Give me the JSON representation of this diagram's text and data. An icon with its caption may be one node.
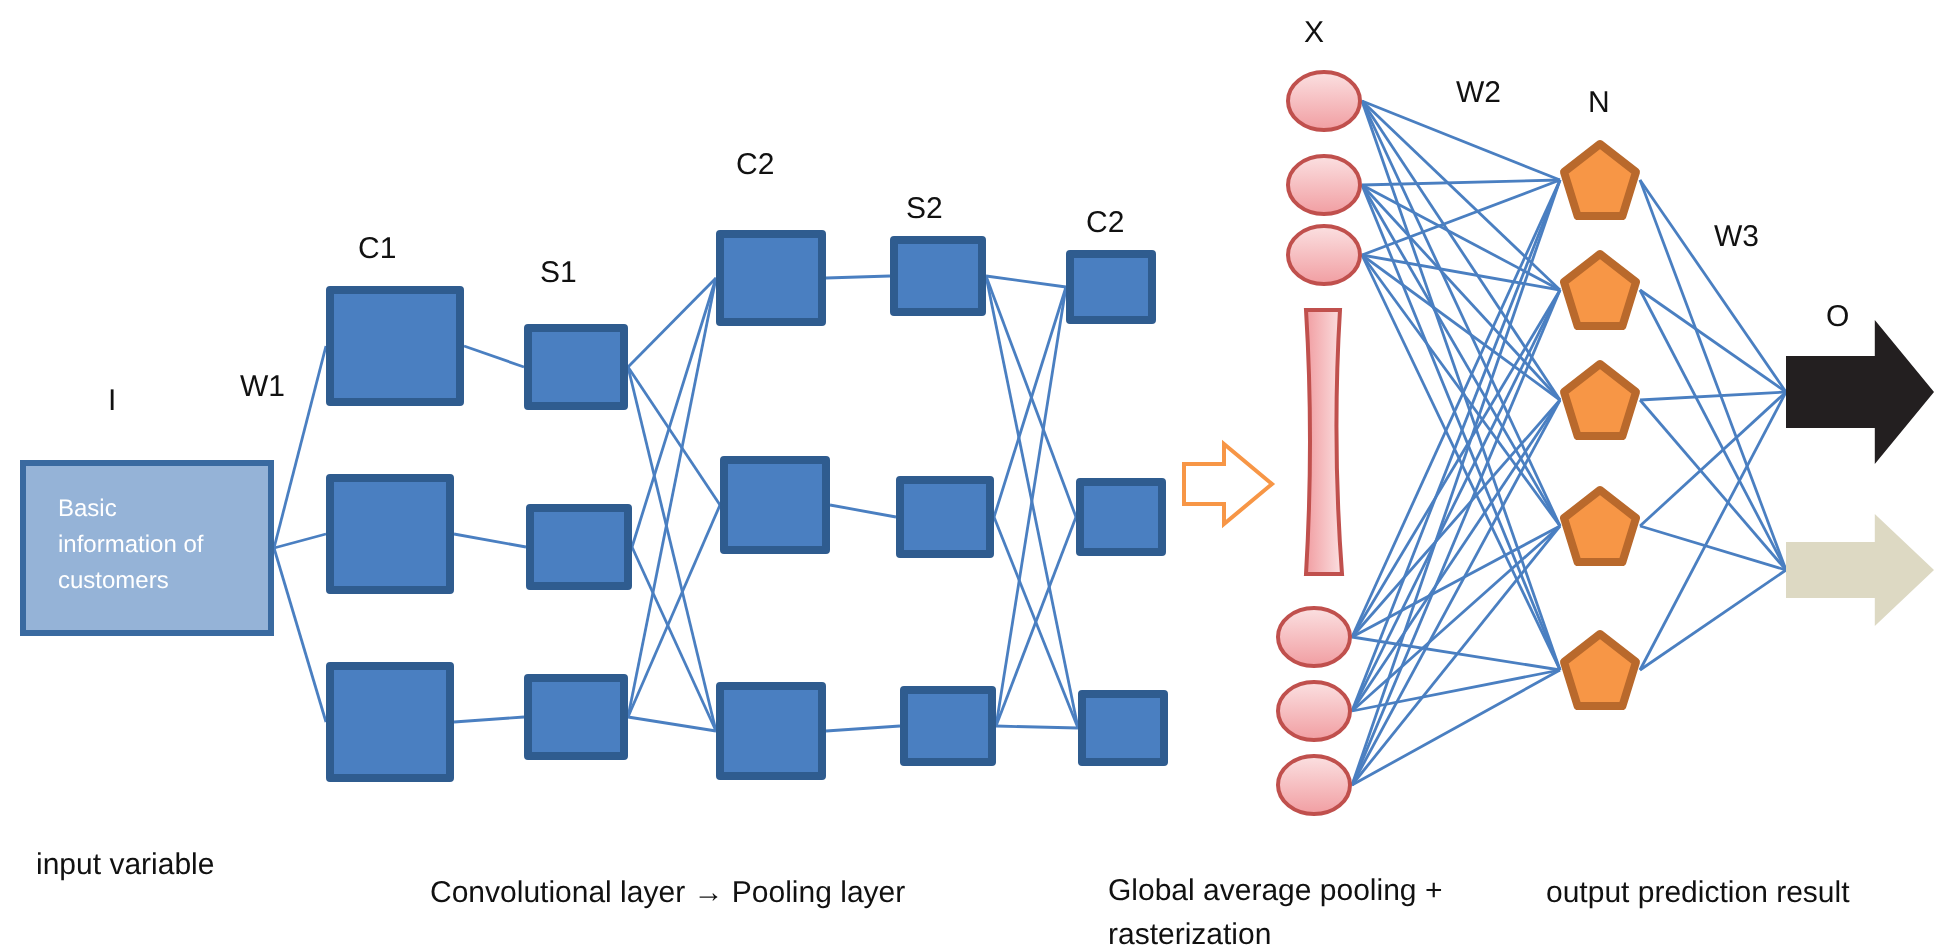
{
  "diagram": {
    "nodes": [
      {
        "text": [
          "Basic information of customers"
        ],
        "beside": [
          "I"
        ]
      },
      {
        "text": [],
        "shape": "box"
      },
      {
        "text": [],
        "shape": "box"
      },
      {
        "text": [],
        "shape": "box"
      },
      {
        "text": [],
        "shape": "box"
      },
      {
        "text": [],
        "shape": "box"
      },
      {
        "text": [],
        "shape": "box"
      },
      {
        "text": [],
        "shape": "box"
      },
      {
        "text": [],
        "shape": "box"
      },
      {
        "text": [],
        "shape": "box"
      },
      {
        "text": [],
        "shape": "box"
      },
      {
        "text": [],
        "shape": "box"
      },
      {
        "text": [],
        "shape": "box"
      },
      {
        "text": [],
        "shape": "box"
      },
      {
        "text": [],
        "shape": "box"
      },
      {
        "text": [],
        "shape": "box"
      },
      {
        "text": [],
        "shape": "circle"
      },
      {
        "text": [],
        "shape": "circle"
      },
      {
        "text": [],
        "shape": "circle"
      },
      {
        "text": [],
        "shape": "circle"
      },
      {
        "text": [],
        "shape": "circle"
      },
      {
        "text": [],
        "shape": "circle"
      },
      {
        "text": [],
        "shape": "pentagon"
      },
      {
        "text": [],
        "shape": "pentagon"
      },
      {
        "text": [],
        "shape": "pentagon"
      },
      {
        "text": [],
        "shape": "pentagon"
      },
      {
        "text": [],
        "shape": "pentagon"
      },
      {
        "text": [],
        "shape": "arrow"
      },
      {
        "text": [],
        "shape": "arrow"
      }
    ],
    "edges": [
      {
        "from": 0,
        "to": 1,
        "arrow": "none"
      },
      {
        "from": 0,
        "to": 2,
        "arrow": "none"
      },
      {
        "from": 0,
        "to": 3,
        "arrow": "none"
      },
      {
        "from": 1,
        "to": 4,
        "arrow": "none"
      },
      {
        "from": 2,
        "to": 5,
        "arrow": "none"
      },
      {
        "from": 3,
        "to": 6,
        "arrow": "none"
      },
      {
        "from": 4,
        "to": 7,
        "arrow": "none"
      },
      {
        "from": 4,
        "to": 8,
        "arrow": "none"
      },
      {
        "from": 4,
        "to": 9,
        "arrow": "none"
      },
      {
        "from": 5,
        "to": 7,
        "arrow": "none"
      },
      {
        "from": 5,
        "to": 9,
        "arrow": "none"
      },
      {
        "from": 6,
        "to": 7,
        "arrow": "none"
      },
      {
        "from": 6,
        "to": 8,
        "arrow": "none"
      },
      {
        "from": 6,
        "to": 9,
        "arrow": "none"
      },
      {
        "from": 7,
        "to": 10,
        "arrow": "none"
      },
      {
        "from": 8,
        "to": 11,
        "arrow": "none"
      },
      {
        "from": 9,
        "to": 12,
        "arrow": "none"
      },
      {
        "from": 10,
        "to": 13,
        "arrow": "none"
      },
      {
        "from": 10,
        "to": 14,
        "arrow": "none"
      },
      {
        "from": 10,
        "to": 15,
        "arrow": "none"
      },
      {
        "from": 11,
        "to": 13,
        "arrow": "none"
      },
      {
        "from": 11,
        "to": 15,
        "arrow": "none"
      },
      {
        "from": 12,
        "to": 13,
        "arrow": "none"
      },
      {
        "from": 12,
        "to": 14,
        "arrow": "none"
      },
      {
        "from": 12,
        "to": 15,
        "arrow": "none"
      },
      {
        "from": 16,
        "to": 22,
        "arrow": "none"
      },
      {
        "from": 16,
        "to": 23,
        "arrow": "none"
      },
      {
        "from": 16,
        "to": 24,
        "arrow": "none"
      },
      {
        "from": 16,
        "to": 25,
        "arrow": "none"
      },
      {
        "from": 16,
        "to": 26,
        "arrow": "none"
      },
      {
        "from": 17,
        "to": 22,
        "arrow": "none"
      },
      {
        "from": 17,
        "to": 23,
        "arrow": "none"
      },
      {
        "from": 17,
        "to": 24,
        "arrow": "none"
      },
      {
        "from": 17,
        "to": 25,
        "arrow": "none"
      },
      {
        "from": 17,
        "to": 26,
        "arrow": "none"
      },
      {
        "from": 18,
        "to": 22,
        "arrow": "none"
      },
      {
        "from": 18,
        "to": 23,
        "arrow": "none"
      },
      {
        "from": 18,
        "to": 24,
        "arrow": "none"
      },
      {
        "from": 18,
        "to": 25,
        "arrow": "none"
      },
      {
        "from": 18,
        "to": 26,
        "arrow": "none"
      },
      {
        "from": 19,
        "to": 22,
        "arrow": "none"
      },
      {
        "from": 19,
        "to": 23,
        "arrow": "none"
      },
      {
        "from": 19,
        "to": 24,
        "arrow": "none"
      },
      {
        "from": 19,
        "to": 25,
        "arrow": "none"
      },
      {
        "from": 19,
        "to": 26,
        "arrow": "none"
      },
      {
        "from": 20,
        "to": 22,
        "arrow": "none"
      },
      {
        "from": 20,
        "to": 23,
        "arrow": "none"
      },
      {
        "from": 20,
        "to": 24,
        "arrow": "none"
      },
      {
        "from": 20,
        "to": 25,
        "arrow": "none"
      },
      {
        "from": 20,
        "to": 26,
        "arrow": "none"
      },
      {
        "from": 21,
        "to": 22,
        "arrow": "none"
      },
      {
        "from": 21,
        "to": 23,
        "arrow": "none"
      },
      {
        "from": 21,
        "to": 24,
        "arrow": "none"
      },
      {
        "from": 21,
        "to": 25,
        "arrow": "none"
      },
      {
        "from": 21,
        "to": 26,
        "arrow": "none"
      },
      {
        "from": 22,
        "to": 27,
        "arrow": "none"
      },
      {
        "from": 22,
        "to": 28,
        "arrow": "none"
      },
      {
        "from": 23,
        "to": 27,
        "arrow": "none"
      },
      {
        "from": 23,
        "to": 28,
        "arrow": "none"
      },
      {
        "from": 24,
        "to": 27,
        "arrow": "none"
      },
      {
        "from": 24,
        "to": 28,
        "arrow": "none"
      },
      {
        "from": 25,
        "to": 27,
        "arrow": "none"
      },
      {
        "from": 25,
        "to": 28,
        "arrow": "none"
      },
      {
        "from": 26,
        "to": 27,
        "arrow": "none"
      },
      {
        "from": 26,
        "to": 28,
        "arrow": "none"
      }
    ],
    "labels": [
      "X",
      "W2",
      "N",
      "C2",
      "W3",
      "S2",
      "C2",
      "C1",
      "S1",
      "O",
      "W1",
      "input variable",
      "Convolutional layer → Pooling layer",
      "Global average pooling + rasterization",
      "output prediction result"
    ]
  }
}
